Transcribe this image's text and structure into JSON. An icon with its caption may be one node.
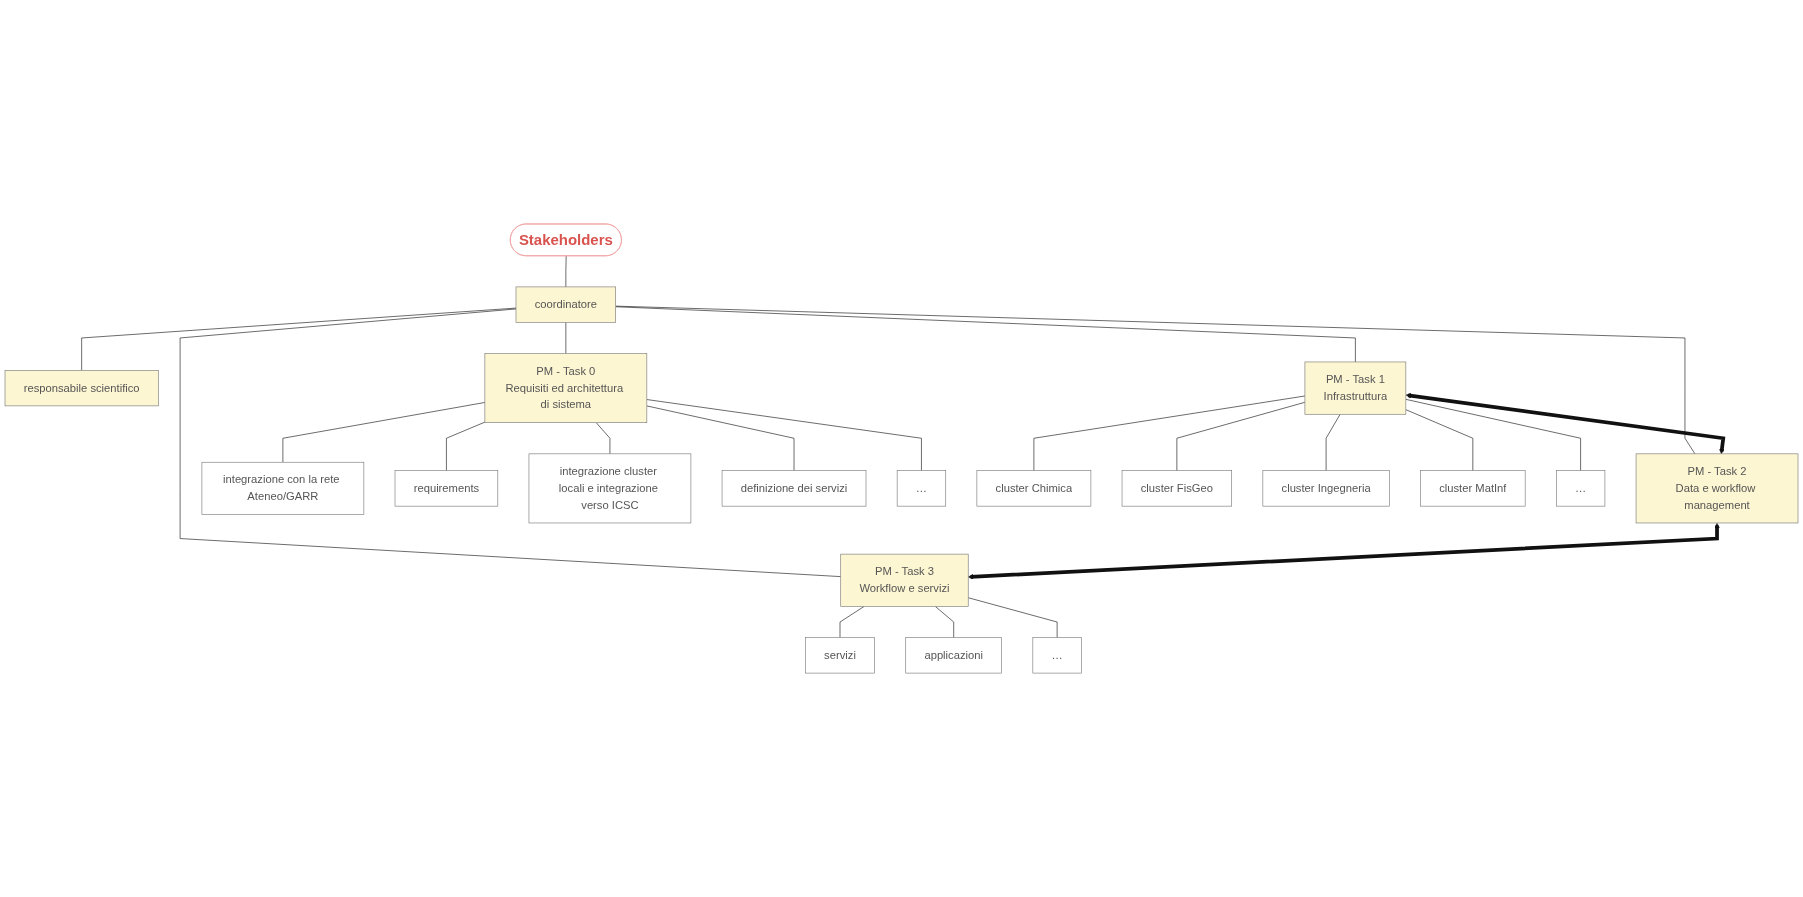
{
  "diagram": {
    "nodes": [
      {
        "text": [
          "Stakeholders"
        ]
      },
      {
        "text": [
          "coordinatore"
        ]
      },
      {
        "text": [
          "responsabile scientifico"
        ]
      },
      {
        "text": [
          "PM - Task 0",
          "Requisiti ed architettura di sistema"
        ]
      },
      {
        "text": [
          "PM - Task 1",
          "Infrastruttura"
        ]
      },
      {
        "text": [
          "PM - Task 2",
          "Data e workflow management"
        ]
      },
      {
        "text": [
          "PM - Task 3",
          "Workflow e servizi"
        ]
      },
      {
        "text": [
          "integrazione con la rete Ateneo/GARR"
        ]
      },
      {
        "text": [
          "requirements"
        ]
      },
      {
        "text": [
          "integrazione cluster locali e integrazione verso ICSC"
        ]
      },
      {
        "text": [
          "definizione dei servizi"
        ]
      },
      {
        "text": [
          "…"
        ]
      },
      {
        "text": [
          "cluster Chimica"
        ]
      },
      {
        "text": [
          "cluster FisGeo"
        ]
      },
      {
        "text": [
          "cluster Ingegneria"
        ]
      },
      {
        "text": [
          "cluster MatInf"
        ]
      },
      {
        "text": [
          "…"
        ]
      },
      {
        "text": [
          "servizi"
        ]
      },
      {
        "text": [
          "applicazioni"
        ]
      },
      {
        "text": [
          "…"
        ]
      }
    ],
    "edges": [
      {
        "from": 0,
        "to": 1,
        "arrow": "none"
      },
      {
        "from": 1,
        "to": 2,
        "arrow": "none"
      },
      {
        "from": 1,
        "to": 3,
        "arrow": "none"
      },
      {
        "from": 1,
        "to": 4,
        "arrow": "none"
      },
      {
        "from": 1,
        "to": 5,
        "arrow": "none"
      },
      {
        "from": 1,
        "to": 6,
        "arrow": "none"
      },
      {
        "from": 4,
        "to": 5,
        "arrow": "both",
        "style": "thick"
      },
      {
        "from": 5,
        "to": 6,
        "arrow": "both",
        "style": "thick"
      },
      {
        "from": 3,
        "to": 7,
        "arrow": "none"
      },
      {
        "from": 3,
        "to": 8,
        "arrow": "none"
      },
      {
        "from": 3,
        "to": 9,
        "arrow": "none"
      },
      {
        "from": 3,
        "to": 10,
        "arrow": "none"
      },
      {
        "from": 3,
        "to": 11,
        "arrow": "none"
      },
      {
        "from": 4,
        "to": 12,
        "arrow": "none"
      },
      {
        "from": 4,
        "to": 13,
        "arrow": "none"
      },
      {
        "from": 4,
        "to": 14,
        "arrow": "none"
      },
      {
        "from": 4,
        "to": 15,
        "arrow": "none"
      },
      {
        "from": 4,
        "to": 16,
        "arrow": "none"
      },
      {
        "from": 6,
        "to": 17,
        "arrow": "none"
      },
      {
        "from": 6,
        "to": 18,
        "arrow": "none"
      },
      {
        "from": 6,
        "to": 19,
        "arrow": "none"
      }
    ]
  }
}
